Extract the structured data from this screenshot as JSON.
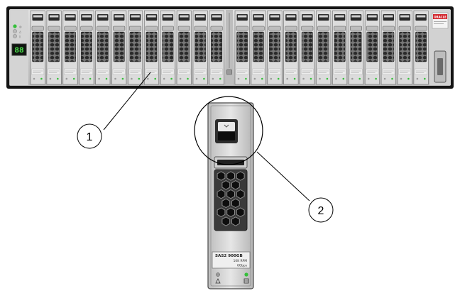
{
  "figure": {
    "callouts": [
      {
        "label": "1"
      },
      {
        "label": "2"
      }
    ],
    "chassis": {
      "display_readout": "88",
      "brand_badge": "ORACLE",
      "left_bay_count": 12,
      "right_bay_count": 12,
      "colors": {
        "frame": "#1a1a1a",
        "panel": "#c9c9c9",
        "drive_face": "#d9d9d9",
        "brand_red": "#d2232a",
        "status_led": "#35c03a",
        "display_bg": "#101510",
        "display_digits": "#4be04b"
      }
    },
    "drive_detail": {
      "label_lines": [
        "SAS2 900GB",
        "10K RPM",
        "6Gbps"
      ]
    }
  }
}
